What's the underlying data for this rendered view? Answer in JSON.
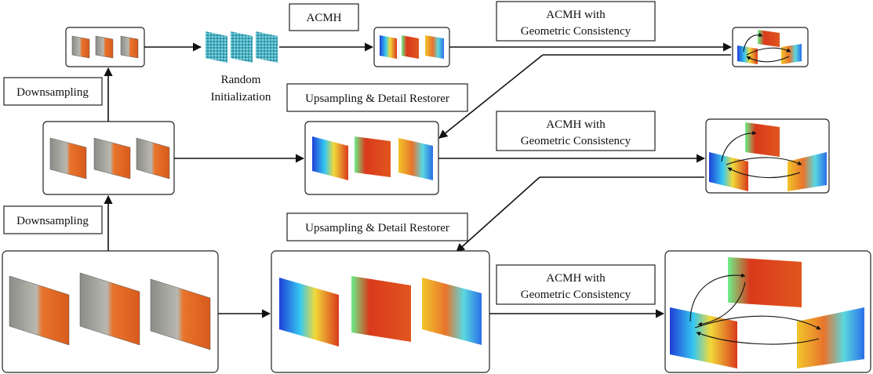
{
  "labels": {
    "acmh": "ACMH",
    "acmh_geo_line1": "ACMH with",
    "acmh_geo_line2": "Geometric Consistency",
    "downsampling": "Downsampling",
    "random_init_line1": "Random",
    "random_init_line2": "Initialization",
    "upsampling": "Upsampling & Detail Restorer"
  },
  "colors": {
    "stroke": "#222222",
    "orange": "#e8742c",
    "gray_wall": "#9a9a96",
    "depth_blue": "#1f4fe0",
    "depth_red": "#d93a1c",
    "depth_green": "#6cf08a",
    "depth_yellow": "#f2d93a",
    "noise": "#3fa6b8"
  }
}
